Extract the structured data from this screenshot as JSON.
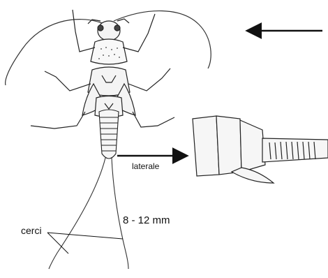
{
  "labels": {
    "laterale": "laterale",
    "size": "8 - 12 mm",
    "cerci": "cerci"
  },
  "colors": {
    "ink": "#111111",
    "line": "#2a2a2a",
    "background": "#ffffff"
  },
  "icons": {
    "direction_arrow": "arrow-left-icon",
    "lateral_arrow": "arrow-right-icon"
  }
}
